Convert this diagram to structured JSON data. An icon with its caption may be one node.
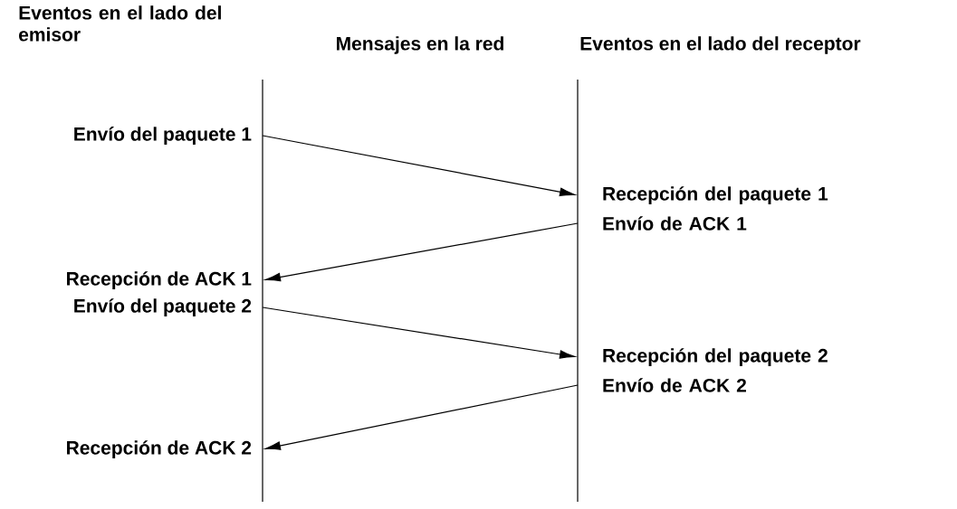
{
  "diagram": {
    "nodes": [
      {
        "text": [
          "Envío del paquete 1"
        ]
      },
      {
        "text": [
          "Recepción del paquete 1"
        ]
      },
      {
        "text": [
          "Envío de ACK 1"
        ]
      },
      {
        "text": [
          "Recepción de ACK 1"
        ]
      },
      {
        "text": [
          "Envío del paquete 2"
        ]
      },
      {
        "text": [
          "Recepción del paquete 2"
        ]
      },
      {
        "text": [
          "Envío de ACK 2"
        ]
      },
      {
        "text": [
          "Recepción de ACK 2"
        ]
      }
    ],
    "edges": [
      {
        "from": 0,
        "to": 1,
        "arrow": "to"
      },
      {
        "from": 2,
        "to": 3,
        "arrow": "to"
      },
      {
        "from": 4,
        "to": 5,
        "arrow": "to"
      },
      {
        "from": 6,
        "to": 7,
        "arrow": "to"
      }
    ],
    "labels": [
      "Eventos en el lado del emisor",
      "Mensajes en la red",
      "Eventos en el lado del receptor"
    ]
  }
}
